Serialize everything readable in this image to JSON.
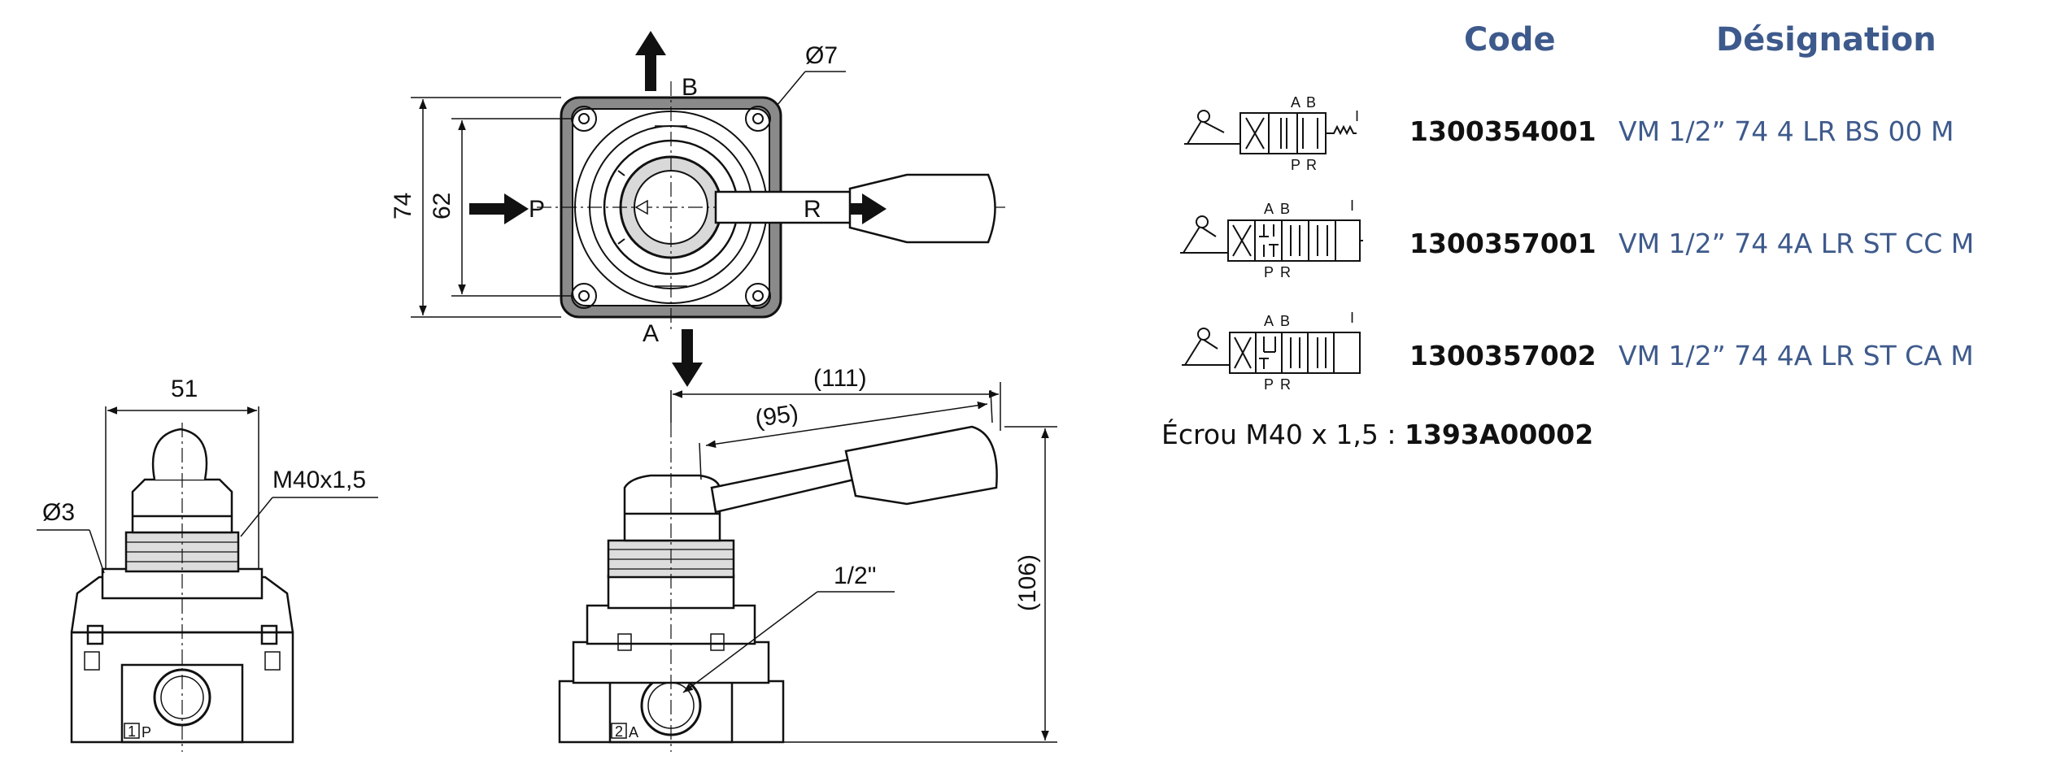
{
  "drawing": {
    "top_view": {
      "port_b": "B",
      "port_p": "P",
      "port_r": "R",
      "port_a": "A",
      "dim_hole": "Ø7",
      "dim_outer": "74",
      "dim_inner": "62"
    },
    "front_view": {
      "dim_width": "51",
      "dim_thread": "M40x1,5",
      "dim_pin": "Ø3",
      "port_label": "P",
      "port_number": "1"
    },
    "side_view": {
      "dim_length": "(111)",
      "dim_handle": "(95)",
      "dim_height": "(106)",
      "dim_port": "1/2\"",
      "port_label": "A",
      "port_number": "2"
    }
  },
  "table": {
    "header_code": "Code",
    "header_designation": "Désignation",
    "rows": [
      {
        "code": "1300354001",
        "designation": "VM 1/2” 74 4 LR BS 00 M",
        "sym_top_left": "A",
        "sym_top_right": "B",
        "sym_bottom_left": "P",
        "sym_bottom_right": "R",
        "sym_index": "I"
      },
      {
        "code": "1300357001",
        "designation": "VM 1/2” 74 4A LR ST CC M",
        "sym_top_left": "A",
        "sym_top_right": "B",
        "sym_bottom_left": "P",
        "sym_bottom_right": "R",
        "sym_index": "I"
      },
      {
        "code": "1300357002",
        "designation": "VM 1/2” 74 4A LR ST CA M",
        "sym_top_left": "A",
        "sym_top_right": "B",
        "sym_bottom_left": "P",
        "sym_bottom_right": "R",
        "sym_index": "I"
      }
    ],
    "nut_label": "Écrou M40 x 1,5 :",
    "nut_code": "1393A00002"
  },
  "colors": {
    "header_blue": "#3e5a8c",
    "designation_blue": "#3e5a8c",
    "line": "#111111"
  }
}
